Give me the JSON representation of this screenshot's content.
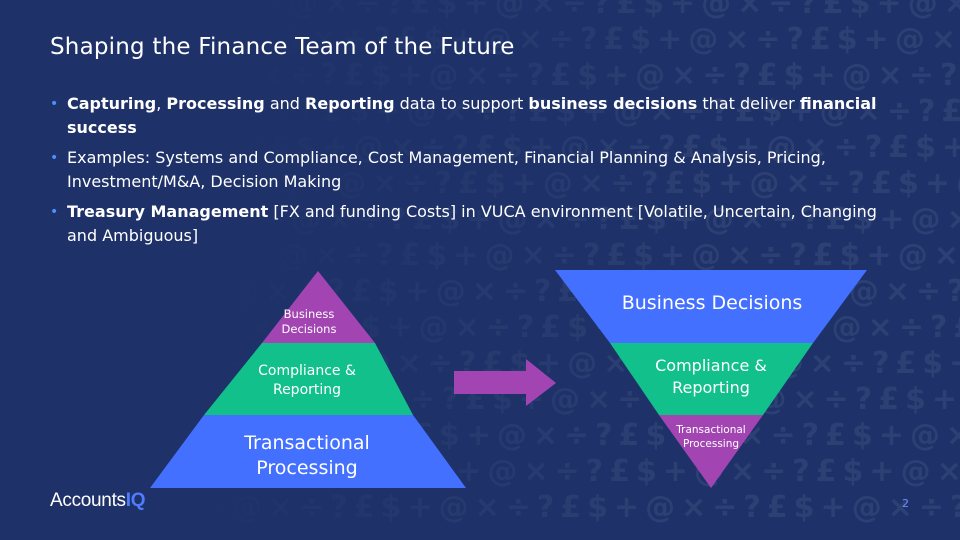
{
  "slide": {
    "title": "Shaping the Finance Team of the Future",
    "page_number": "2"
  },
  "bullets": [
    {
      "parts": [
        {
          "text": "Capturing",
          "bold": true
        },
        {
          "text": ", ",
          "bold": false
        },
        {
          "text": "Processing",
          "bold": true
        },
        {
          "text": " and ",
          "bold": false
        },
        {
          "text": "Reporting",
          "bold": true
        },
        {
          "text": " data to support ",
          "bold": false
        },
        {
          "text": "business decisions",
          "bold": true
        },
        {
          "text": " that deliver ",
          "bold": false
        },
        {
          "text": "financial success",
          "bold": true
        }
      ]
    },
    {
      "parts": [
        {
          "text": "Examples: Systems and Compliance, Cost Management, Financial Planning & Analysis, Pricing, Investment/M&A, Decision Making",
          "bold": false
        }
      ]
    },
    {
      "parts": [
        {
          "text": "Treasury Management",
          "bold": true
        },
        {
          "text": " [FX and funding Costs] in VUCA environment [Volatile, Uncertain, Changing and Ambiguous]",
          "bold": false
        }
      ]
    }
  ],
  "pyramid_left": {
    "top_line1": "Business",
    "top_line2": "Decisions",
    "middle_line1": "Compliance &",
    "middle_line2": "Reporting",
    "bottom_line1": "Transactional",
    "bottom_line2": "Processing"
  },
  "pyramid_right": {
    "top_line1": "Business Decisions",
    "middle_line1": "Compliance &",
    "middle_line2": "Reporting",
    "bottom_line1": "Transactional",
    "bottom_line2": "Processing"
  },
  "logo": {
    "text_main": "Accounts",
    "text_accent": "IQ"
  },
  "background_symbols": "$+@×÷?£",
  "colors": {
    "background": "#1e3269",
    "purple": "#a245b3",
    "green": "#11c08a",
    "blue": "#4470ff",
    "arrow": "#a245b3",
    "bullet_dot": "#4f8fff",
    "logo_accent": "#4f7bff"
  }
}
